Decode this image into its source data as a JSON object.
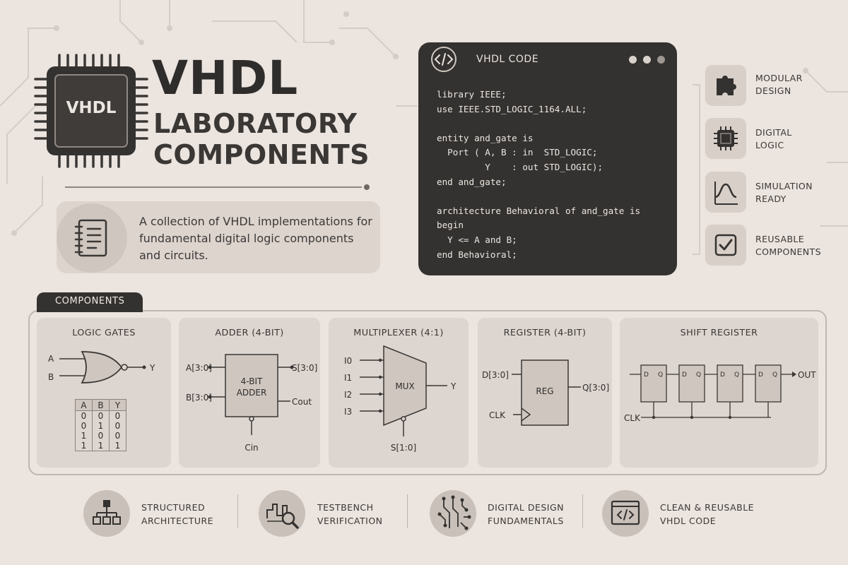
{
  "header": {
    "chip_label": "VHDL",
    "title_line1": "VHDL",
    "title_line2": "LABORATORY",
    "title_line3": "COMPONENTS",
    "description": "A collection of VHDL implementations for fundamental digital logic components and circuits."
  },
  "code_window": {
    "title": "VHDL CODE",
    "code": "library IEEE;\nuse IEEE.STD_LOGIC_1164.ALL;\n\nentity and_gate is\n  Port ( A, B : in  STD_LOGIC;\n         Y    : out STD_LOGIC);\nend and_gate;\n\narchitecture Behavioral of and_gate is\nbegin\n  Y <= A and B;\nend Behavioral;"
  },
  "features": [
    {
      "line1": "MODULAR",
      "line2": "DESIGN",
      "icon": "puzzle-icon"
    },
    {
      "line1": "DIGITAL",
      "line2": "LOGIC",
      "icon": "chip-icon"
    },
    {
      "line1": "SIMULATION",
      "line2": "READY",
      "icon": "waveform-icon"
    },
    {
      "line1": "REUSABLE",
      "line2": "COMPONENTS",
      "icon": "checkbox-icon"
    }
  ],
  "components": {
    "tab_label": "COMPONENTS",
    "logic_gates": {
      "title": "LOGIC GATES",
      "inputs": [
        "A",
        "B"
      ],
      "output": "Y",
      "table": {
        "headers": [
          "A",
          "B",
          "Y"
        ],
        "rows": [
          [
            "0",
            "0",
            "0"
          ],
          [
            "0",
            "1",
            "0"
          ],
          [
            "1",
            "0",
            "0"
          ],
          [
            "1",
            "1",
            "1"
          ]
        ]
      }
    },
    "adder": {
      "title": "ADDER (4-BIT)",
      "block_line1": "4-BIT",
      "block_line2": "ADDER",
      "in_a": "A[3:0]",
      "in_b": "B[3:0]",
      "out_s": "S[3:0]",
      "out_cout": "Cout",
      "in_cin": "Cin"
    },
    "mux": {
      "title": "MULTIPLEXER (4:1)",
      "inputs": [
        "I0",
        "I1",
        "I2",
        "I3"
      ],
      "block": "MUX",
      "output": "Y",
      "select": "S[1:0]"
    },
    "register": {
      "title": "REGISTER (4-BIT)",
      "in_d": "D[3:0]",
      "block": "REG",
      "out_q": "Q[3:0]",
      "clk": "CLK"
    },
    "shift_register": {
      "title": "SHIFT REGISTER",
      "d_label": "D",
      "q_label": "Q",
      "out": "OUT",
      "clk": "CLK"
    }
  },
  "bottom_features": [
    {
      "line1": "STRUCTURED",
      "line2": "ARCHITECTURE",
      "icon": "hierarchy-icon"
    },
    {
      "line1": "TESTBENCH",
      "line2": "VERIFICATION",
      "icon": "magnifier-waveform-icon"
    },
    {
      "line1": "DIGITAL DESIGN",
      "line2": "FUNDAMENTALS",
      "icon": "circuit-icon"
    },
    {
      "line1": "CLEAN & REUSABLE",
      "line2": "VHDL CODE",
      "icon": "code-window-icon"
    }
  ],
  "colors": {
    "background": "#ebe4df",
    "dark": "#343230",
    "panel": "#ddd5cf",
    "text": "#2f2d2c"
  }
}
